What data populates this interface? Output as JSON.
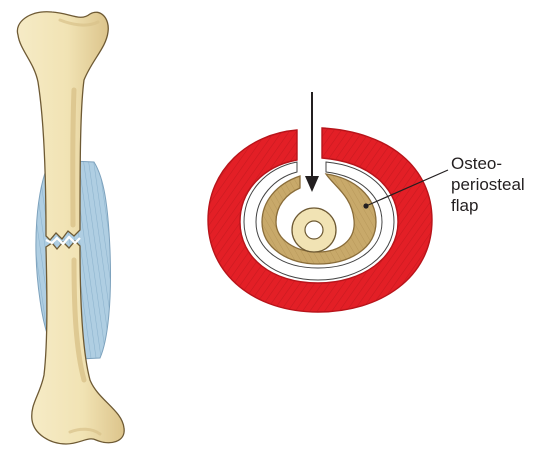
{
  "figure": {
    "label_lines": [
      "Osteo-",
      "periosteal",
      "flap"
    ],
    "colors": {
      "bone_fill": "#f1e3b4",
      "bone_outline": "#6e5a34",
      "bone_shade": "#d9c28a",
      "muscle_red": "#e31f26",
      "muscle_red_dark": "#b8141a",
      "flap_tan": "#c8a96a",
      "periosteal_blue": "#9cc2db",
      "ink": "#231f20"
    }
  }
}
